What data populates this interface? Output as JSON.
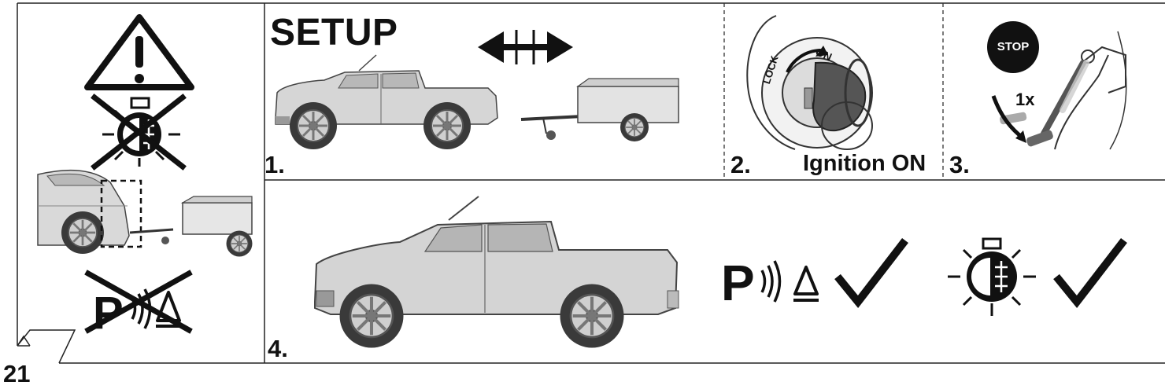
{
  "title": "SETUP",
  "page_number": "21",
  "steps": {
    "s1": "1.",
    "s2": "2.",
    "s3": "3.",
    "s4": "4."
  },
  "ignition": {
    "caption": "Ignition ON",
    "lock_label": "LOCK",
    "on_label": "ON"
  },
  "brake": {
    "stop_label": "STOP",
    "press_count": "1x"
  },
  "icons": {
    "warning": "warning-triangle-icon",
    "fog_light_off": "fog-light-crossed-icon",
    "parking_sensor_off": "parking-sensor-crossed-icon",
    "parking_sensor_on": "parking-sensor-icon",
    "fog_light_on": "fog-light-icon",
    "check": "checkmark-icon",
    "connect_arrow": "double-arrow-icon"
  }
}
